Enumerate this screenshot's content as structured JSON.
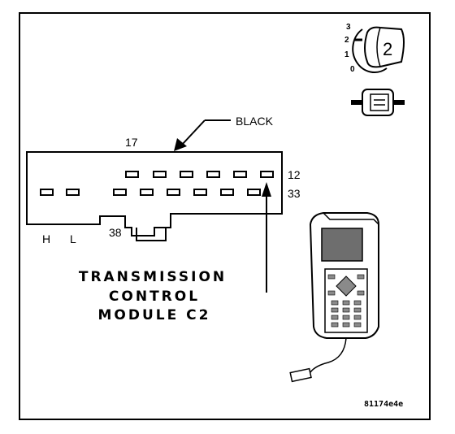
{
  "connector": {
    "color_label": "BLACK",
    "pin_top_left": "17",
    "pin_top_right": "12",
    "pin_mid_right": "33",
    "pin_bottom": "38",
    "label_h": "H",
    "label_l": "L"
  },
  "title": {
    "line1": "TRANSMISSION",
    "line2": "CONTROL",
    "line3": "MODULE C2"
  },
  "ignition_switch": {
    "positions": [
      "3",
      "2",
      "1",
      "0"
    ],
    "key_number": "2"
  },
  "figure_id": "81174e4e",
  "colors": {
    "line": "#000000",
    "background": "#ffffff",
    "scan_tool_screen": "#6e6e6e",
    "scan_tool_keys": "#8a8a8a"
  }
}
